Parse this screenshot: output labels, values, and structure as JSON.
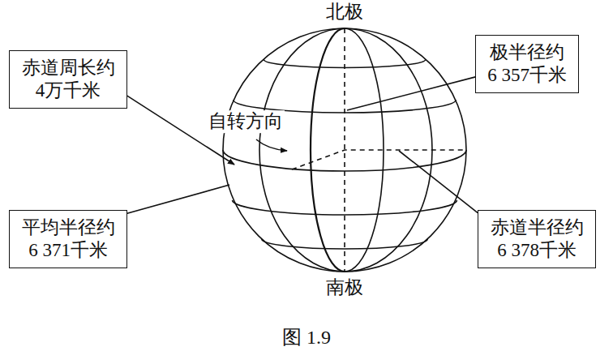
{
  "diagram": {
    "caption": "图 1.9",
    "nodes": [
      {
        "text": [
          "赤道周长约 4万千米"
        ]
      },
      {
        "text": [
          "极半径约 6 357千米"
        ]
      },
      {
        "text": [
          "赤道半径约 6 378千米"
        ]
      },
      {
        "text": [
          "平均半径约 6 371千米"
        ]
      }
    ],
    "labels": [
      "北极",
      "自转方向",
      "南极"
    ]
  }
}
